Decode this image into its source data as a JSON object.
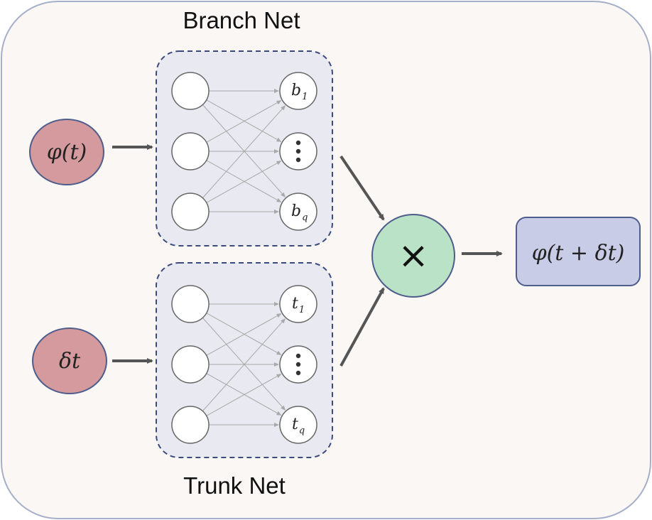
{
  "branch_net": {
    "title": "Branch Net",
    "input_label": "φ(t)",
    "output_nodes": [
      {
        "base": "b",
        "sub": "1"
      },
      {
        "base": "",
        "sub": ""
      },
      {
        "base": "b",
        "sub": "q"
      }
    ]
  },
  "trunk_net": {
    "title": "Trunk Net",
    "input_label": "δt",
    "output_nodes": [
      {
        "base": "t",
        "sub": "1"
      },
      {
        "base": "",
        "sub": ""
      },
      {
        "base": "t",
        "sub": "q"
      }
    ]
  },
  "product_symbol": "×",
  "output_label": "φ(t + δt)",
  "colors": {
    "background": "#fbf7f4",
    "border": "#a5afc9",
    "input_fill": "#d49a9d",
    "input_stroke": "#4f5d8d",
    "net_fill": "#e9e9f1",
    "net_stroke": "#3a4a7a",
    "product_fill": "#b9e2c6",
    "product_stroke": "#4f5d8d",
    "output_fill": "#c8cce6",
    "output_stroke": "#4f5d8d",
    "arrow": "#555555",
    "edge": "#a9a9a9",
    "node_stroke": "#666666"
  },
  "icons": {
    "product": "multiply-icon",
    "ellipsis": "vertical-ellipsis-icon"
  }
}
